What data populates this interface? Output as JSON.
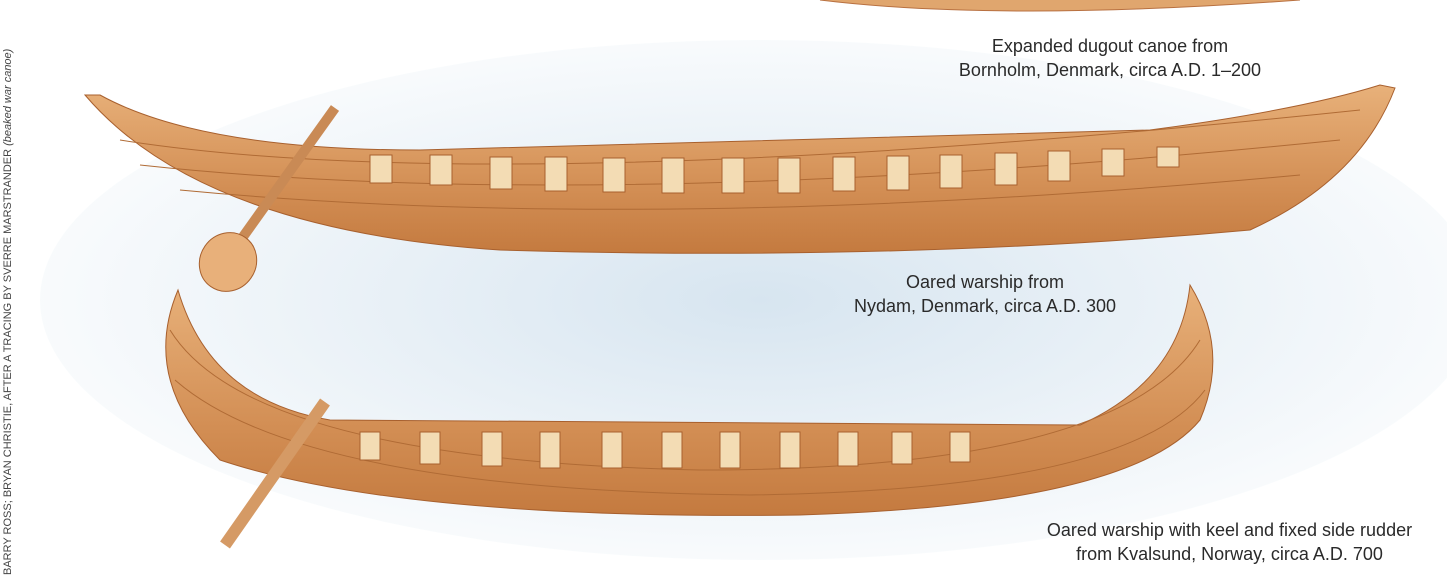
{
  "credit": {
    "main": "BARRY ROSS; BRYAN CHRISTIE, AFTER A TRACING BY SVERRE MARSTRANDER",
    "note": "(beaked war canoe)"
  },
  "captions": [
    {
      "line1": "Expanded dugout canoe from",
      "line2": "Bornholm, Denmark, circa A.D. 1–200"
    },
    {
      "line1": "Oared warship from",
      "line2": "Nydam, Denmark, circa A.D. 300"
    },
    {
      "line1": "Oared warship with keel and fixed side rudder",
      "line2": "from Kvalsund, Norway, circa A.D. 700"
    }
  ],
  "colors": {
    "wood": "#d99a60",
    "wood_dark": "#b86e38",
    "thwart": "#f3dcb4",
    "sky": "#dce8f1"
  }
}
